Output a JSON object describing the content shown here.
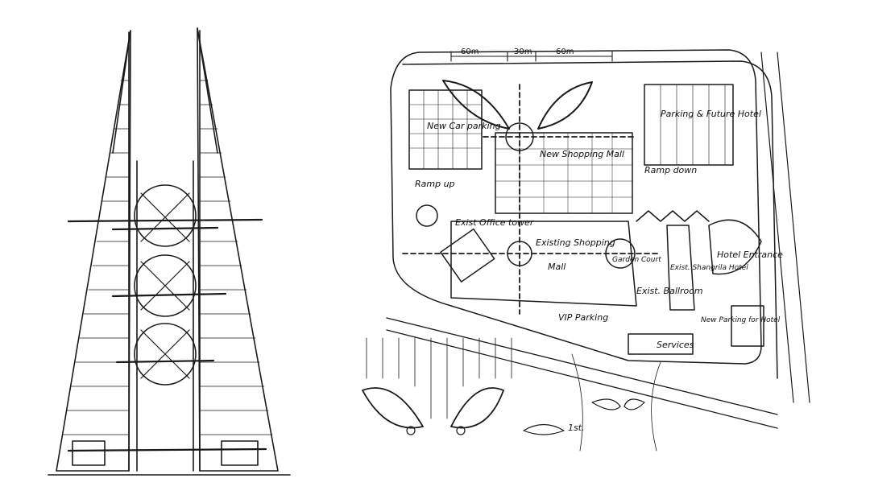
{
  "left_drawing": {
    "name": "tower elevation sketch"
  },
  "right_drawing": {
    "dimensions": [
      "60m",
      "30m",
      "60m"
    ],
    "labels": {
      "new_car_parking": "New Car parking",
      "new_shopping_mall": "New Shopping Mall",
      "parking_future_hotel": "Parking & Future Hotel",
      "ramp_up": "Ramp up",
      "ramp_down": "Ramp down",
      "exist_office_tower": "Exist Office tower",
      "existing_shopping_mall_a": "Existing Shopping",
      "existing_shopping_mall_b": "Mall",
      "garden_court": "Garden Court",
      "exist_ballroom": "Exist. Ballroom",
      "exist_shangrila_hotel": "Exist. Shangrila Hotel",
      "hotel_entrance": "Hotel Entrance",
      "vip_parking": "VIP Parking",
      "services": "Services",
      "new_parking_hotel": "New Parking for Hotel",
      "wind_mark": "1st."
    }
  }
}
